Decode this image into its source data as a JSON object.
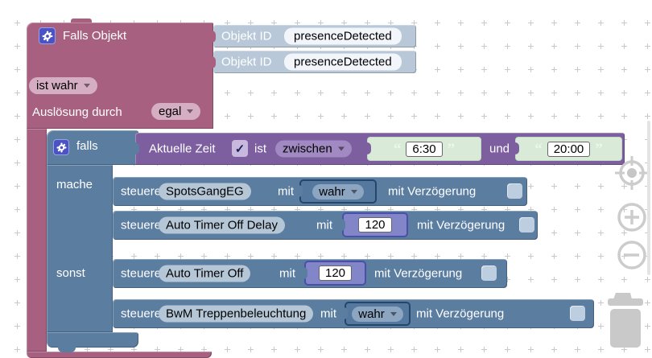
{
  "trigger_block": {
    "title": "Falls Objekt",
    "object_rows": [
      {
        "label": "Objekt ID",
        "value": "presenceDetected"
      },
      {
        "label": "Objekt ID",
        "value": "presenceDetected"
      }
    ],
    "condition_value": "ist wahr",
    "trigger_label": "Auslösung durch",
    "trigger_value": "egal"
  },
  "if_block": {
    "keyword": "falls",
    "do_label": "mache",
    "else_label": "sonst",
    "condition": {
      "source_label": "Aktuelle Zeit",
      "checkbox": "✓",
      "operator_label": "ist",
      "operator_value": "zwischen",
      "open_quote": "“",
      "close_quote": "”",
      "start_time": "6:30",
      "conjunction": "und",
      "end_time": "20:00"
    },
    "do_statements": [
      {
        "verb": "steuere",
        "target": "SpotsGangEG",
        "with_label": "mit",
        "value": "wahr",
        "delay_label": "mit Verzögerung"
      },
      {
        "verb": "steuere",
        "target": "Auto Timer Off Delay",
        "with_label": "mit",
        "value": "120",
        "delay_label": "mit Verzögerung"
      }
    ],
    "else_statements": [
      {
        "verb": "steuere",
        "target": "Auto Timer Off",
        "with_label": "mit",
        "value": "120",
        "delay_label": "mit Verzögerung"
      },
      {
        "verb": "steuere",
        "target": "BwM Treppenbeleuchtung",
        "with_label": "mit",
        "value": "wahr",
        "delay_label": "mit Verzögerung"
      }
    ]
  },
  "controls": {
    "zoom_reset_icon": "crosshair-target",
    "zoom_in_icon": "plus-circle",
    "zoom_out_icon": "minus-circle",
    "trash_icon": "trash-can"
  },
  "colors": {
    "trigger_block": "#a7607f",
    "trigger_field": "#d6aec3",
    "object_block": "#b8c8d8",
    "if_block": "#5b7da0",
    "time_block": "#7d5fa0",
    "string_block": "#d9ead9",
    "number_block": "#8286c8",
    "field_on_blue": "#b5c7d7",
    "control_gray": "#cccccc"
  }
}
